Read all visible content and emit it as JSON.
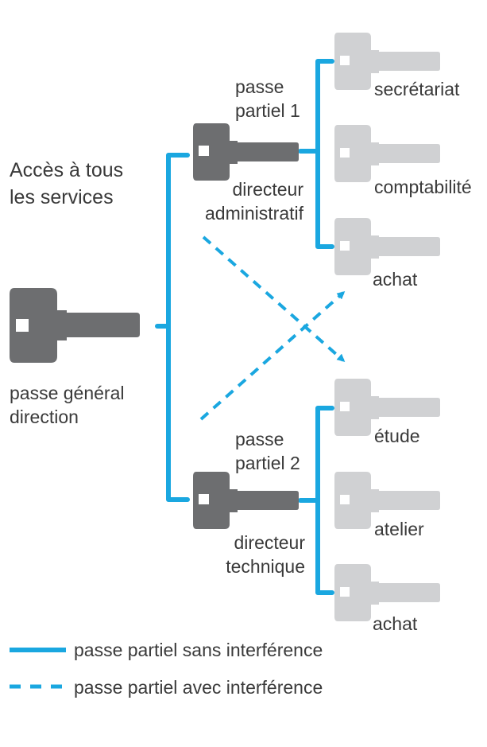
{
  "colors": {
    "line": "#1aa7e0",
    "master_key": "#6d6e70",
    "partial_key": "#6d6e70",
    "service_key": "#d0d1d3",
    "text": "#3a3a3a"
  },
  "header": {
    "line1": "Accès à tous",
    "line2": "les services"
  },
  "master": {
    "icon": "key-icon",
    "label_line1": "passe général",
    "label_line2": "direction"
  },
  "partials": [
    {
      "name_line1": "passe",
      "name_line2": "partiel 1",
      "owner_line1": "directeur",
      "owner_line2": "administratif",
      "services": [
        "secrétariat",
        "comptabilité",
        "achat"
      ]
    },
    {
      "name_line1": "passe",
      "name_line2": "partiel 2",
      "owner_line1": "directeur",
      "owner_line2": "technique",
      "services": [
        "étude",
        "atelier",
        "achat"
      ]
    }
  ],
  "legend": {
    "solid_label": "passe partiel sans interférence",
    "dashed_label": "passe partiel avec interférence"
  }
}
